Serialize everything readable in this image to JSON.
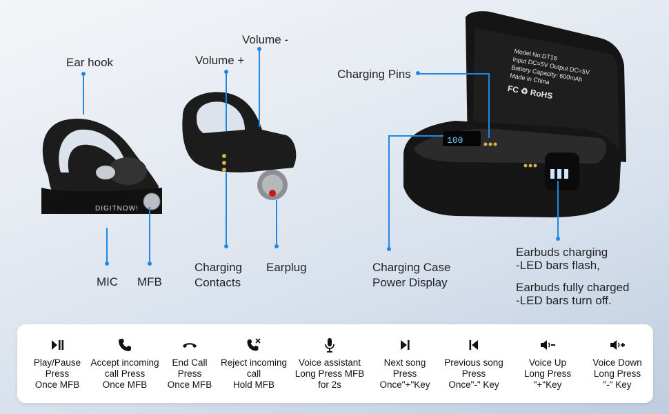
{
  "labels": {
    "ear_hook": "Ear hook",
    "volume_plus": "Volume +",
    "volume_minus": "Volume -",
    "mic": "MIC",
    "mfb": "MFB",
    "charging_contacts_1": "Charging",
    "charging_contacts_2": "Contacts",
    "earplug": "Earplug",
    "charging_pins": "Charging Pins",
    "case_display_1": "Charging Case",
    "case_display_2": "Power Display",
    "earbuds_charging_1": "Earbuds charging",
    "earbuds_charging_2": "-LED bars flash,",
    "earbuds_full_1": "Earbuds fully charged",
    "earbuds_full_2": "-LED bars turn off."
  },
  "product": {
    "brand": "DIGITNOW!",
    "case_text": [
      "Model No:DT16",
      "Input DC=5V      Output DC=5V",
      "Battery Capacity:   600mAh",
      "Made in China"
    ],
    "case_marks": "FC  ♻  RoHS",
    "display_digits": "100"
  },
  "functions": [
    {
      "icon": "play-pause-icon",
      "lines": [
        "Play/Pause",
        "Press",
        "Once MFB"
      ]
    },
    {
      "icon": "phone-icon",
      "lines": [
        "Accept incoming",
        "call Press",
        "Once MFB"
      ]
    },
    {
      "icon": "hang-up-icon",
      "lines": [
        "End Call",
        "Press",
        "Once MFB"
      ]
    },
    {
      "icon": "reject-call-icon",
      "lines": [
        "Reject incoming",
        "call",
        "Hold MFB"
      ]
    },
    {
      "icon": "microphone-icon",
      "lines": [
        "Voice assistant",
        "Long Press MFB",
        "for 2s"
      ]
    },
    {
      "icon": "next-track-icon",
      "lines": [
        "Next song",
        "Press",
        "Once\"+\"Key"
      ]
    },
    {
      "icon": "previous-track-icon",
      "lines": [
        "Previous song",
        "Press",
        "Once\"-\" Key"
      ]
    },
    {
      "icon": "volume-down-icon",
      "lines": [
        "Voice Up",
        "Long Press",
        "\"+\"Key"
      ]
    },
    {
      "icon": "volume-up-icon",
      "lines": [
        "Voice Down",
        "Long Press",
        "\"-\" Key"
      ]
    }
  ],
  "colors": {
    "accent": "#1e88e5",
    "panel": "#ffffff"
  }
}
